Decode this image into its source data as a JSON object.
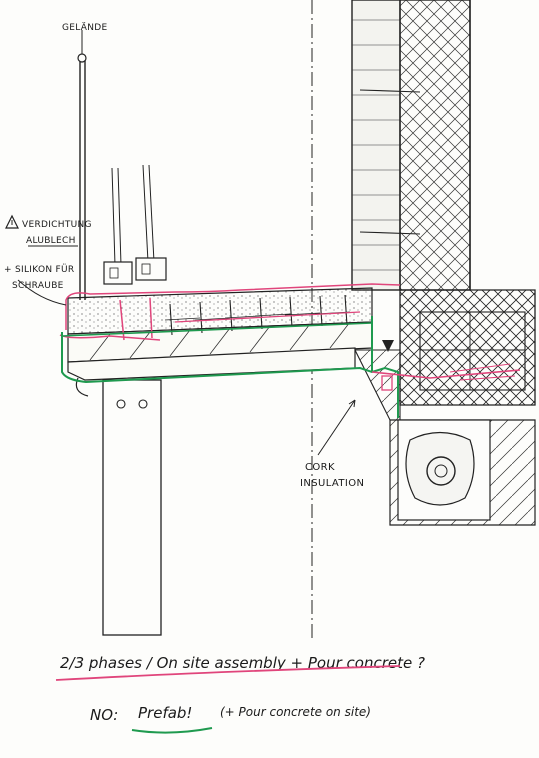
{
  "labels": {
    "gelaende": "GELÄNDE",
    "verdichtung_line1": "VERDICHTUNG",
    "verdichtung_line2": "ALUBLECH",
    "silikon_line1": "+ SILIKON FÜR",
    "silikon_line2": "SCHRAUBE",
    "cork_line1": "CORK",
    "cork_line2": "INSULATION"
  },
  "notes": {
    "phases": "2/3 phases / On site assembly + Pour concrete ?",
    "no_label": "NO:",
    "prefab": "Prefab!",
    "prefab_detail": "(+ Pour concrete on site)"
  },
  "colors": {
    "ink": "#1a1a1a",
    "pink": "#e0457b",
    "green": "#1f9a4f",
    "paper": "#fdfdfb"
  },
  "icons": {
    "warning": "warning-triangle-icon"
  }
}
